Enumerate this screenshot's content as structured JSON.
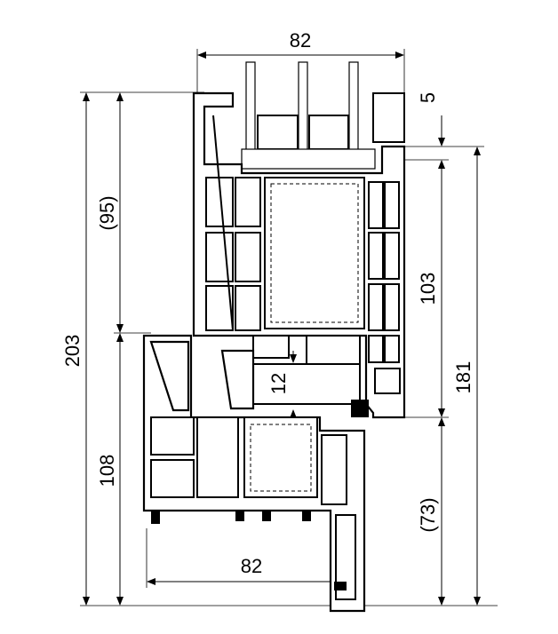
{
  "drawing": {
    "dimensions": {
      "top_width": "82",
      "glass_offset": "5",
      "sash_height_ref": "(95)",
      "total_height": "203",
      "sash_height": "103",
      "right_height": "181",
      "overlap": "12",
      "frame_height": "108",
      "frame_height_ref": "(73)",
      "bottom_width": "82"
    }
  }
}
